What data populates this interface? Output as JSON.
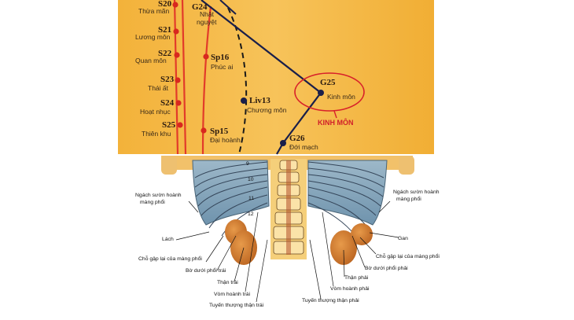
{
  "colors": {
    "skin": "#f2b43a",
    "skin_light": "#f7c85a",
    "red_line": "#e23b2a",
    "point_dark": "#1a1f4a",
    "point_red": "#d8281e",
    "highlight_circle": "#d8202a"
  },
  "top_panel": {
    "stomach_points": [
      {
        "code": "S20",
        "name": "Thừa mãn"
      },
      {
        "code": "S21",
        "name": "Lương môn"
      },
      {
        "code": "S22",
        "name": "Quan môn"
      },
      {
        "code": "S23",
        "name": "Thái ất"
      },
      {
        "code": "S24",
        "name": "Hoạt nhục"
      },
      {
        "code": "S25",
        "name": "Thiên khu"
      }
    ],
    "spleen_points": [
      {
        "code": "Sp16",
        "name": "Phúc ai"
      },
      {
        "code": "Sp15",
        "name": "Đại hoành"
      }
    ],
    "gb_points": [
      {
        "code": "G24",
        "name_1": "Nhật",
        "name_2": "nguyệt"
      },
      {
        "code": "G25",
        "name": "Kinh môn"
      },
      {
        "code": "G26",
        "name": "Đới mạch"
      }
    ],
    "liver_point": {
      "code": "Liv13",
      "name": "Chương môn"
    },
    "highlight_label": "KINH MÔN"
  },
  "bottom_panel": {
    "labels": {
      "left_costo_1": "Ngách sườn hoành",
      "left_costo_2": "màng phổi",
      "right_costo_1": "Ngách sườn hoành",
      "right_costo_2": "màng phổi",
      "spleen": "Lách",
      "liver": "Gan",
      "left_fold": "Chỗ gập lại của màng phổi",
      "right_fold": "Chỗ gập lại của màng phổi",
      "left_lung_lower": "Bờ dưới phổi trái",
      "right_lung_lower": "Bờ dưới phổi phải",
      "left_kidney": "Thận trái",
      "right_kidney": "Thận phải",
      "left_dome": "Vòm hoành trái",
      "right_dome": "Vòm hoành phải",
      "left_adrenal": "Tuyến thượng thận trái",
      "right_adrenal": "Tuyến thượng thận phải"
    },
    "rib_numbers": [
      "9",
      "10",
      "11",
      "12"
    ]
  }
}
